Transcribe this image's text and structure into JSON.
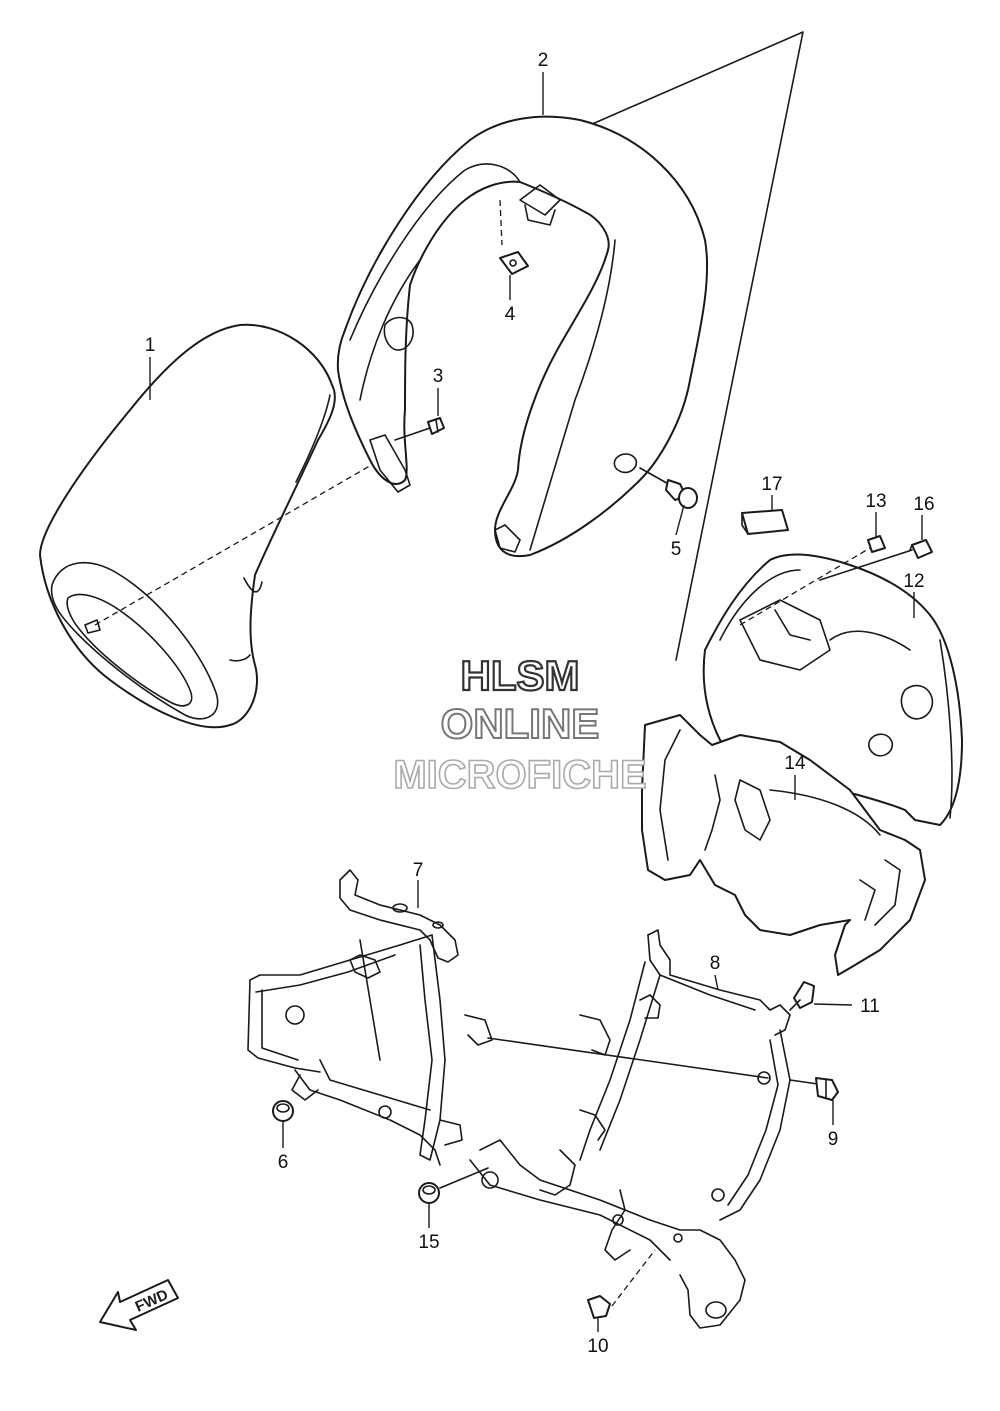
{
  "callouts": {
    "c1": "1",
    "c2": "2",
    "c3": "3",
    "c4": "4",
    "c5": "5",
    "c6": "6",
    "c7": "7",
    "c8": "8",
    "c9": "9",
    "c10": "10",
    "c11": "11",
    "c12": "12",
    "c13": "13",
    "c14": "14",
    "c15": "15",
    "c16": "16",
    "c17": "17"
  },
  "watermark": {
    "line1": "HLSM",
    "line2": "ONLINE",
    "line3": "MICROFICHE",
    "colors": {
      "line1": "#333333",
      "line2": "#777777",
      "line3": "#aaaaaa"
    }
  },
  "direction_label": "FWD",
  "colors": {
    "ink": "#1a1a1a",
    "background": "#ffffff"
  }
}
